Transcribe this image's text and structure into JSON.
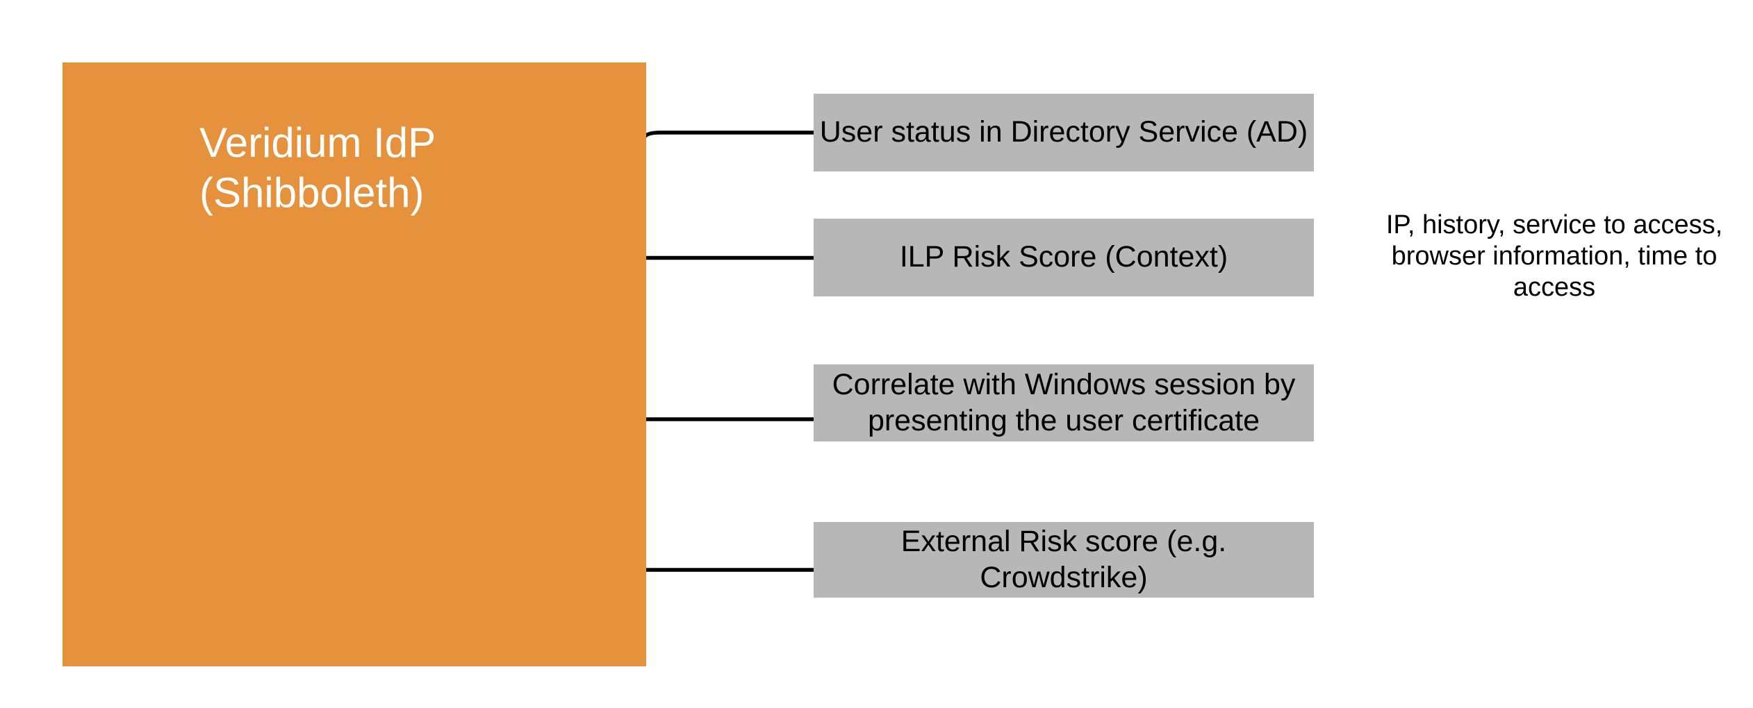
{
  "colors": {
    "background": "#ffffff",
    "main_box_fill": "#e6913c",
    "main_box_text": "#ffffff",
    "item_box_fill": "#b7b7b7",
    "item_box_text": "#000000",
    "connector": "#000000",
    "note_text": "#000000"
  },
  "diagram": {
    "main_box": {
      "label": "Veridium IdP\n(Shibboleth)"
    },
    "items": [
      {
        "label": "User status in Directory Service (AD)"
      },
      {
        "label": "ILP Risk Score (Context)"
      },
      {
        "label": "Correlate with Windows session by\npresenting the user certificate"
      },
      {
        "label": "External Risk score (e.g. Crowdstrike)"
      }
    ],
    "note": "IP, history, service to access,\nbrowser information, time to\naccess"
  }
}
